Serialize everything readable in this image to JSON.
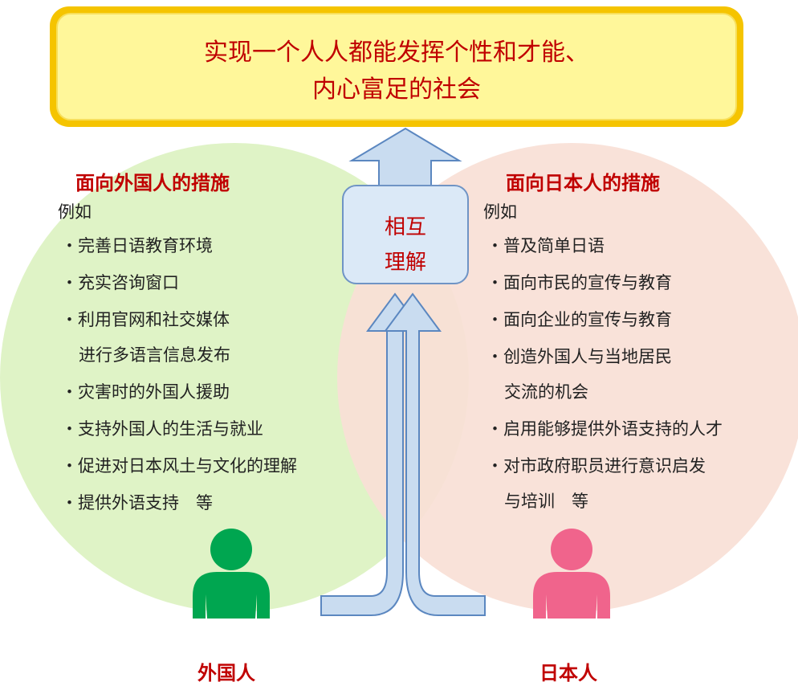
{
  "goal": {
    "line1": "实现一个人人都能发挥个性和才能、",
    "line2": "内心富足的社会"
  },
  "center": {
    "line1": "相互",
    "line2": "理解"
  },
  "left": {
    "heading": "面向外国人的措施",
    "example": "例如",
    "items": [
      "・完善日语教育环境",
      "・充实咨询窗口",
      "・利用官网和社交媒体",
      "进行多语言信息发布",
      "・灾害时的外国人援助",
      "・支持外国人的生活与就业",
      "・促进对日本风土与文化的理解",
      "・提供外语支持　等"
    ],
    "person": "外国人",
    "color": "#00a650",
    "circle_color": "#dff3c6"
  },
  "right": {
    "heading": "面向日本人的措施",
    "example": "例如",
    "items": [
      "・普及简单日语",
      "・面向市民的宣传与教育",
      "・面向企业的宣传与教育",
      "・创造外国人与当地居民",
      "交流的机会",
      "・启用能够提供外语支持的人才",
      "・对市政府职员进行意识启发",
      "与培训　等"
    ],
    "person": "日本人",
    "color": "#f0648c",
    "circle_color": "#f8dfd6"
  },
  "colors": {
    "accent_red": "#c00000",
    "goal_fill": "#fff79a",
    "goal_border": "#f5c400",
    "arrow_fill": "#c9dcf0",
    "arrow_stroke": "#5b87c0"
  }
}
